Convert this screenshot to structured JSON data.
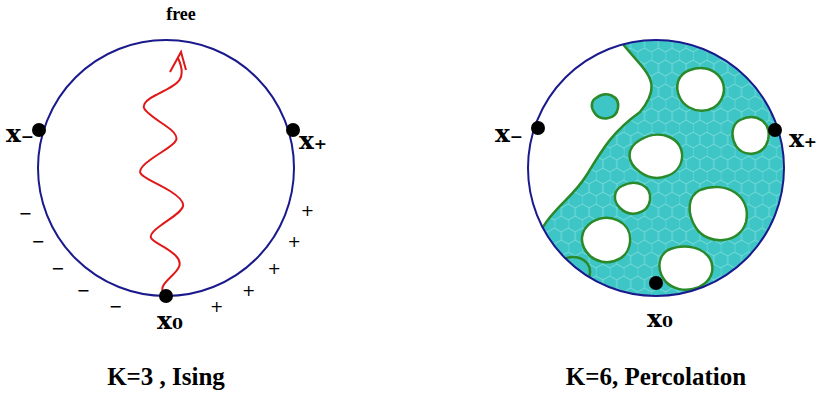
{
  "diagram": {
    "labels": [
      "free",
      "x₋",
      "x₊",
      "x₀",
      "−",
      "−",
      "−",
      "−",
      "−",
      "+",
      "+",
      "+",
      "+",
      "+",
      "x₋",
      "x₊",
      "x₀",
      "K=3 , Ising",
      "K=6, Percolation"
    ]
  }
}
